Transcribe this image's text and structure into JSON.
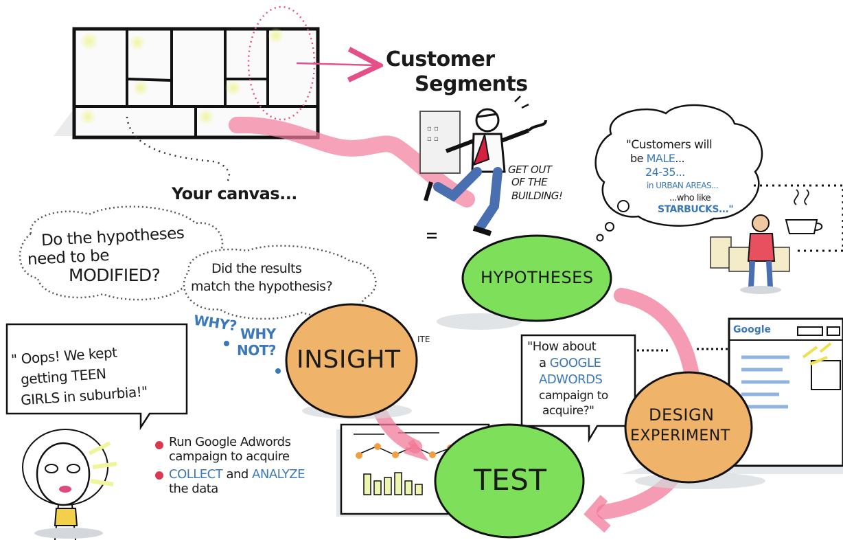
{
  "labels": {
    "customer_segments_1": "Customer",
    "customer_segments_2": "Segments",
    "your_canvas": "Your canvas...",
    "get_out": [
      "GET OUT",
      "OF THE",
      "BUILDING!"
    ],
    "hyp_modified": [
      "Do the hypotheses",
      "need to be",
      "MODIFIED?"
    ],
    "results_match": [
      "Did the results",
      "match the hypothesis?"
    ],
    "why": "WHY?",
    "why_not": [
      "WHY",
      "NOT?"
    ],
    "oops": [
      "\" Oops! We kept",
      "getting TEEN",
      "GIRLS in suburbia!\""
    ],
    "customers_quote": {
      "l1": "\"Customers will",
      "l2_pre": "be ",
      "l2_blue": "MALE",
      "l2_post": "...",
      "l3": "24-35...",
      "l4": "in URBAN AREAS...",
      "l5": "...who like",
      "l6": "STARBUCKS...\""
    },
    "adwords_quote": {
      "l1": "\"How about",
      "l2_pre": "a ",
      "l2_blue": "GOOGLE",
      "l3": "ADWORDS",
      "l4": "campaign to",
      "l5": "acquire?\""
    },
    "ite": "ITE",
    "bullets": {
      "b1": [
        "Run Google Adwords",
        "campaign to acquire"
      ],
      "b2_blue1": "COLLECT",
      "b2_mid": " and ",
      "b2_blue2": "ANALYZE",
      "b2_l2": "the data"
    },
    "google_logo": "Google"
  },
  "circles": {
    "hypotheses": "HYPOTHESES",
    "insight": "INSIGHT",
    "test": "TEST",
    "design_1": "DESIGN",
    "design_2": "EXPERIMENT"
  },
  "colors": {
    "green": "#7ee05a",
    "orange": "#f0b36a",
    "pink": "#f27a9a",
    "blue_text": "#3a78b8",
    "yellow_glow": "#f3f5a0",
    "shadow": "#d4d8dc"
  }
}
